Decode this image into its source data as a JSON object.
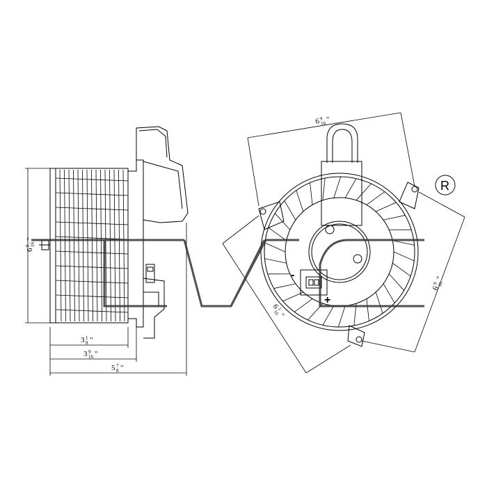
{
  "side_view": {
    "height_dim": {
      "whole": "6",
      "num": "9",
      "den": "16",
      "unit": "\""
    },
    "dims": [
      {
        "whole": "3",
        "num": "1",
        "den": "8",
        "unit": "\""
      },
      {
        "whole": "3",
        "num": "9",
        "den": "16",
        "unit": "\""
      },
      {
        "whole": "5",
        "num": "7",
        "den": "8",
        "unit": "\""
      }
    ]
  },
  "front_view": {
    "top_dim": {
      "whole": "6",
      "num": "9",
      "den": "16",
      "unit": "\""
    },
    "left_dim": {
      "whole": "6",
      "num": "1",
      "den": "16",
      "unit": "\""
    },
    "right_dim": {
      "whole": "6",
      "num": "9",
      "den": "16",
      "unit": "\""
    },
    "minus_label": "-",
    "plus_label": "+"
  },
  "watermark": {
    "letters": "TYC",
    "registered": "R"
  }
}
